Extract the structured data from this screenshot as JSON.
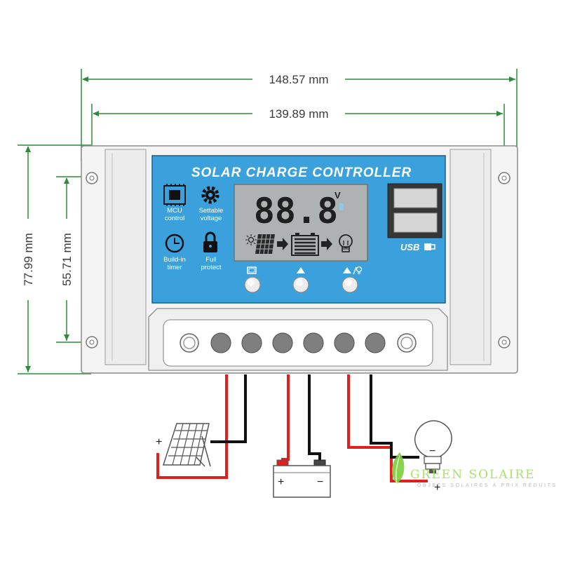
{
  "dimensions": {
    "outer_width": "148.57 mm",
    "mount_width": "139.89 mm",
    "outer_height": "77.99 mm",
    "mount_height": "55.71 mm"
  },
  "panel": {
    "title": "SOLAR CHARGE CONTROLLER",
    "icons": [
      {
        "icon": "chip-icon",
        "label_line1": "MCU",
        "label_line2": "control"
      },
      {
        "icon": "gear-icon",
        "label_line1": "Settable",
        "label_line2": "voltage"
      },
      {
        "icon": "clock-icon",
        "label_line1": "Build-in",
        "label_line2": "timer"
      },
      {
        "icon": "lock-icon",
        "label_line1": "Full",
        "label_line2": "protect"
      }
    ],
    "lcd": {
      "digits": "88.8",
      "unit": "V"
    },
    "usb_label": "USB",
    "buttons": [
      {
        "icon": "menu-icon"
      },
      {
        "icon": "up-icon"
      },
      {
        "icon": "up-bulb-icon"
      }
    ]
  },
  "terminals": {
    "plus": "+",
    "minus": "−"
  },
  "watermark": {
    "brand": "GREEN SOLAIRE",
    "tagline": "OBJETS SOLAIRES À PRIX RÉDUITS"
  },
  "colors": {
    "panel_blue": "#3aa1dc",
    "dimension_green": "#2e8b3c",
    "wire_red": "#e0201f",
    "wire_black": "#111111",
    "lcd_gray": "#aeb2b2"
  }
}
